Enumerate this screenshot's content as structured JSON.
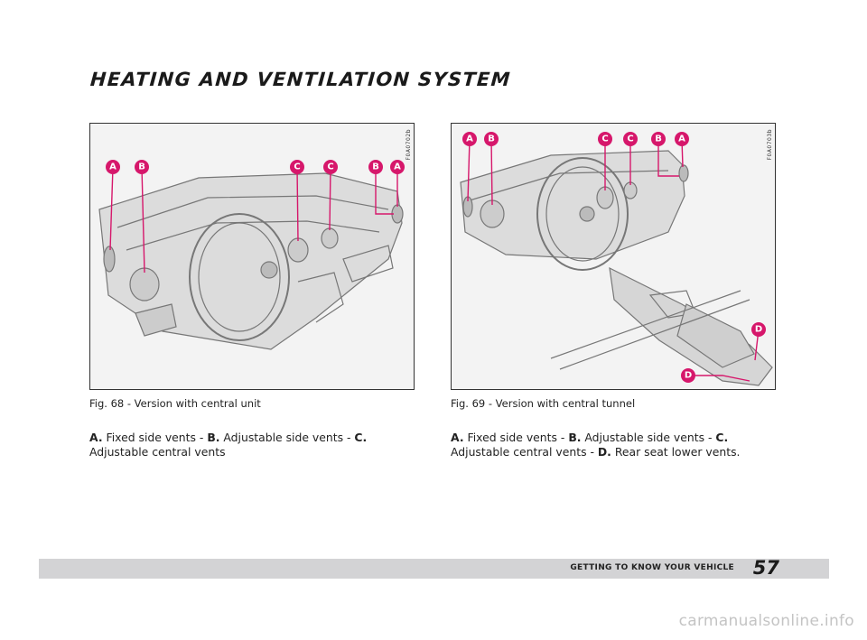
{
  "page": {
    "title": "HEATING AND VENTILATION SYSTEM",
    "footer_section": "GETTING TO KNOW YOUR VEHICLE",
    "page_number": "57",
    "watermark": "carmanualsonline.info"
  },
  "colors": {
    "callout": "#d6176b",
    "footer_bar": "#d3d3d5"
  },
  "figures": [
    {
      "code": "F0A0702b",
      "caption": "Fig. 68 - Version with central unit",
      "callouts": [
        "A",
        "B",
        "C",
        "C",
        "B",
        "A"
      ],
      "legend": [
        {
          "key": "A.",
          "text": " Fixed side vents - "
        },
        {
          "key": "B.",
          "text": " Adjustable side vents - "
        },
        {
          "key": "C.",
          "text": " Adjustable central vents"
        }
      ]
    },
    {
      "code": "F0A0703b",
      "caption": "Fig. 69 - Version with central tunnel",
      "callouts": [
        "A",
        "B",
        "C",
        "C",
        "B",
        "A",
        "D",
        "D"
      ],
      "legend": [
        {
          "key": "A.",
          "text": " Fixed side vents - "
        },
        {
          "key": "B.",
          "text": " Adjustable side vents - "
        },
        {
          "key": "C.",
          "text": " Adjustable central vents - "
        },
        {
          "key": "D.",
          "text": " Rear seat lower vents."
        }
      ]
    }
  ]
}
